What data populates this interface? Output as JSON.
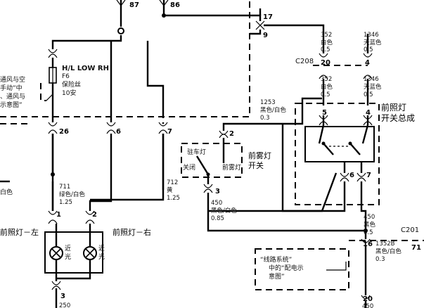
{
  "pins": {
    "p87": "87",
    "p86": "86",
    "p17": "17",
    "p9": "9",
    "p20a": "20",
    "p4a": "4",
    "p26": "26",
    "p6a": "6",
    "p7a": "7",
    "p1": "1",
    "p2a": "2",
    "p2b": "2",
    "p3a": "3",
    "p5": "5",
    "p4b": "4",
    "p6b": "6",
    "p7b": "7",
    "p16": "16",
    "p71": "71",
    "p3b": "3",
    "p20b": "20"
  },
  "connectors": {
    "c208": "C208",
    "c201": "C201"
  },
  "fuse": {
    "title": "H/L LOW RH",
    "id": "F6",
    "type": "保险丝",
    "rating": "10安"
  },
  "left_note": {
    "l1": "通风与空",
    "l2": "手动”中",
    "l3": "、通风与",
    "l4": "示意图”"
  },
  "wires": {
    "w352a": {
      "n": "352",
      "c": "白色",
      "s": "0.5"
    },
    "w1346a": {
      "n": "1346",
      "c": "天蓝色",
      "s": "0.5"
    },
    "w352b": {
      "n": "352",
      "c": "白色",
      "s": "0.5"
    },
    "w1346b": {
      "n": "1346",
      "c": "天蓝色",
      "s": "0.5"
    },
    "w1253": {
      "n": "1253",
      "c": "黑色/白色",
      "s": "0.3"
    },
    "w711": {
      "n": "711",
      "c": "绿色/白色",
      "s": "1.25"
    },
    "w712": {
      "n": "712",
      "c": "黄",
      "s": "1.25"
    },
    "w450a": {
      "n": "450",
      "c": "黑色/白色",
      "s": "0.85"
    },
    "w450b": {
      "n": "450",
      "c": "黑色",
      "s": "0.5"
    },
    "w1352": {
      "n": "1352B",
      "c": "黑色/白色",
      "s": "0.3"
    },
    "w250": {
      "n": "250"
    },
    "w450c": {
      "n": "450"
    }
  },
  "left_wire_frag": "白色",
  "headlight_switch": {
    "l1": "前照灯",
    "l2": "开关总成"
  },
  "fog_switch": {
    "l1": "前雾灯",
    "l2": "开关",
    "park": "驻车灯",
    "off": "关闭",
    "fog": "前雾灯"
  },
  "headlamp_left": "前照灯－左",
  "headlamp_right": "前照灯－右",
  "lamp_label": {
    "a": "近",
    "b": "光"
  },
  "ref_note": {
    "l1": "“线路系统”",
    "l2": "中的“配电示",
    "l3": "意图”"
  }
}
